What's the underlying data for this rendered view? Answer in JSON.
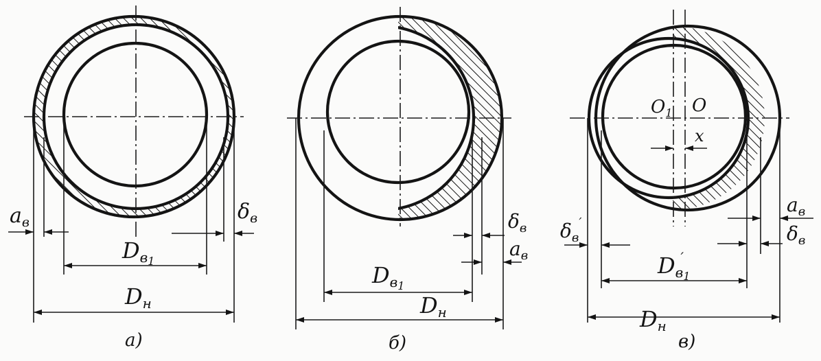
{
  "figures": [
    {
      "caption": "а)",
      "labels": {
        "a_main": "a",
        "a_sub": "в",
        "delta_main": "δ",
        "delta_sub": "в",
        "Dv1_main": "D",
        "Dv1_sub": "в",
        "Dv1_idx": "1",
        "Dn_main": "D",
        "Dn_sub": "н"
      }
    },
    {
      "caption": "б)",
      "labels": {
        "delta_main": "δ",
        "delta_sub": "в",
        "a_main": "a",
        "a_sub": "в",
        "Dv1_main": "D",
        "Dv1_sub": "в",
        "Dv1_idx": "1",
        "Dn_main": "D",
        "Dn_sub": "н"
      }
    },
    {
      "caption": "в)",
      "labels": {
        "O1_main": "O",
        "O1_idx": "1",
        "O": "O",
        "x": "x",
        "a_main": "a",
        "a_sub": "в",
        "delta_main": "δ",
        "delta_sub": "в",
        "deltap_main": "δ",
        "deltap_sub": "в",
        "deltap_prime": "′",
        "Dv1p_main": "D",
        "Dv1p_sub": "в",
        "Dv1p_idx": "1",
        "Dv1p_prime": "′",
        "Dn_main": "D",
        "Dn_sub": "н"
      }
    }
  ]
}
